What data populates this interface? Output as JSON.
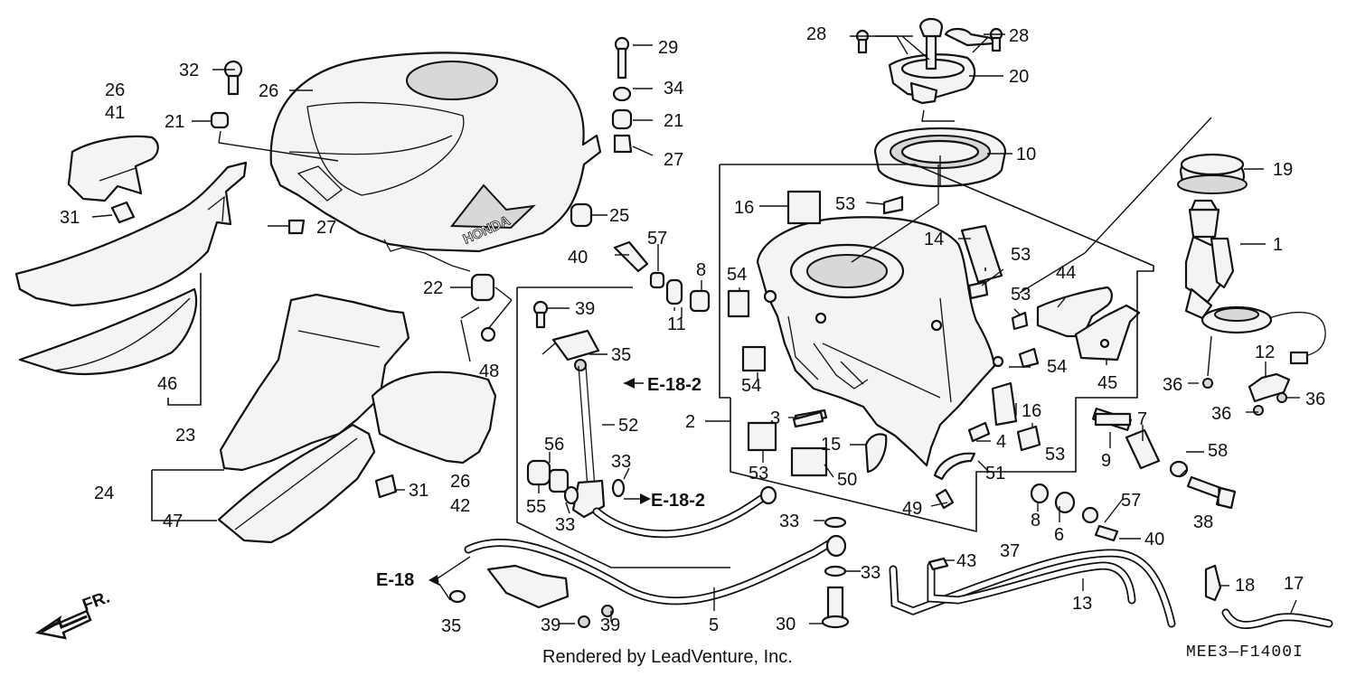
{
  "diagram": {
    "credit": "Rendered by LeadVenture, Inc.",
    "code": "MEE3—F1400I",
    "brand_mark": "HONDA",
    "front_label": "FR.",
    "callouts": [
      {
        "id": "c1",
        "text": "1"
      },
      {
        "id": "c2",
        "text": "2"
      },
      {
        "id": "c3",
        "text": "3"
      },
      {
        "id": "c4",
        "text": "4"
      },
      {
        "id": "c5",
        "text": "5"
      },
      {
        "id": "c6",
        "text": "6"
      },
      {
        "id": "c7",
        "text": "7"
      },
      {
        "id": "c8a",
        "text": "8"
      },
      {
        "id": "c8b",
        "text": "8"
      },
      {
        "id": "c9",
        "text": "9"
      },
      {
        "id": "c10",
        "text": "10"
      },
      {
        "id": "c11",
        "text": "11"
      },
      {
        "id": "c12",
        "text": "12"
      },
      {
        "id": "c13",
        "text": "13"
      },
      {
        "id": "c14",
        "text": "14"
      },
      {
        "id": "c15",
        "text": "15"
      },
      {
        "id": "c16a",
        "text": "16"
      },
      {
        "id": "c16b",
        "text": "16"
      },
      {
        "id": "c17",
        "text": "17"
      },
      {
        "id": "c18",
        "text": "18"
      },
      {
        "id": "c19",
        "text": "19"
      },
      {
        "id": "c20",
        "text": "20"
      },
      {
        "id": "c21a",
        "text": "21"
      },
      {
        "id": "c21b",
        "text": "21"
      },
      {
        "id": "c22",
        "text": "22"
      },
      {
        "id": "c23",
        "text": "23"
      },
      {
        "id": "c24",
        "text": "24"
      },
      {
        "id": "c25",
        "text": "25"
      },
      {
        "id": "c26a",
        "text": "26"
      },
      {
        "id": "c26b",
        "text": "26"
      },
      {
        "id": "c26c",
        "text": "26"
      },
      {
        "id": "c27a",
        "text": "27"
      },
      {
        "id": "c27b",
        "text": "27"
      },
      {
        "id": "c28a",
        "text": "28"
      },
      {
        "id": "c28b",
        "text": "28"
      },
      {
        "id": "c29",
        "text": "29"
      },
      {
        "id": "c30",
        "text": "30"
      },
      {
        "id": "c31a",
        "text": "31"
      },
      {
        "id": "c31b",
        "text": "31"
      },
      {
        "id": "c32",
        "text": "32"
      },
      {
        "id": "c33a",
        "text": "33"
      },
      {
        "id": "c33b",
        "text": "33"
      },
      {
        "id": "c33c",
        "text": "33"
      },
      {
        "id": "c33d",
        "text": "33"
      },
      {
        "id": "c34",
        "text": "34"
      },
      {
        "id": "c35a",
        "text": "35"
      },
      {
        "id": "c35b",
        "text": "35"
      },
      {
        "id": "c36a",
        "text": "36"
      },
      {
        "id": "c36b",
        "text": "36"
      },
      {
        "id": "c36c",
        "text": "36"
      },
      {
        "id": "c37",
        "text": "37"
      },
      {
        "id": "c38",
        "text": "38"
      },
      {
        "id": "c39a",
        "text": "39"
      },
      {
        "id": "c39b",
        "text": "39"
      },
      {
        "id": "c39c",
        "text": "39"
      },
      {
        "id": "c40a",
        "text": "40"
      },
      {
        "id": "c40b",
        "text": "40"
      },
      {
        "id": "c41",
        "text": "41"
      },
      {
        "id": "c42",
        "text": "42"
      },
      {
        "id": "c43",
        "text": "43"
      },
      {
        "id": "c44",
        "text": "44"
      },
      {
        "id": "c45",
        "text": "45"
      },
      {
        "id": "c46",
        "text": "46"
      },
      {
        "id": "c47",
        "text": "47"
      },
      {
        "id": "c48",
        "text": "48"
      },
      {
        "id": "c49",
        "text": "49"
      },
      {
        "id": "c50",
        "text": "50"
      },
      {
        "id": "c51",
        "text": "51"
      },
      {
        "id": "c52",
        "text": "52"
      },
      {
        "id": "c53a",
        "text": "53"
      },
      {
        "id": "c53b",
        "text": "53"
      },
      {
        "id": "c53c",
        "text": "53"
      },
      {
        "id": "c53d",
        "text": "53"
      },
      {
        "id": "c53e",
        "text": "53"
      },
      {
        "id": "c54a",
        "text": "54"
      },
      {
        "id": "c54b",
        "text": "54"
      },
      {
        "id": "c54c",
        "text": "54"
      },
      {
        "id": "c55",
        "text": "55"
      },
      {
        "id": "c56",
        "text": "56"
      },
      {
        "id": "c57a",
        "text": "57"
      },
      {
        "id": "c57b",
        "text": "57"
      },
      {
        "id": "c58",
        "text": "58"
      }
    ],
    "references": [
      {
        "id": "r1",
        "text": "E-18-2"
      },
      {
        "id": "r2",
        "text": "E-18-2"
      },
      {
        "id": "r3",
        "text": "E-18"
      }
    ]
  }
}
